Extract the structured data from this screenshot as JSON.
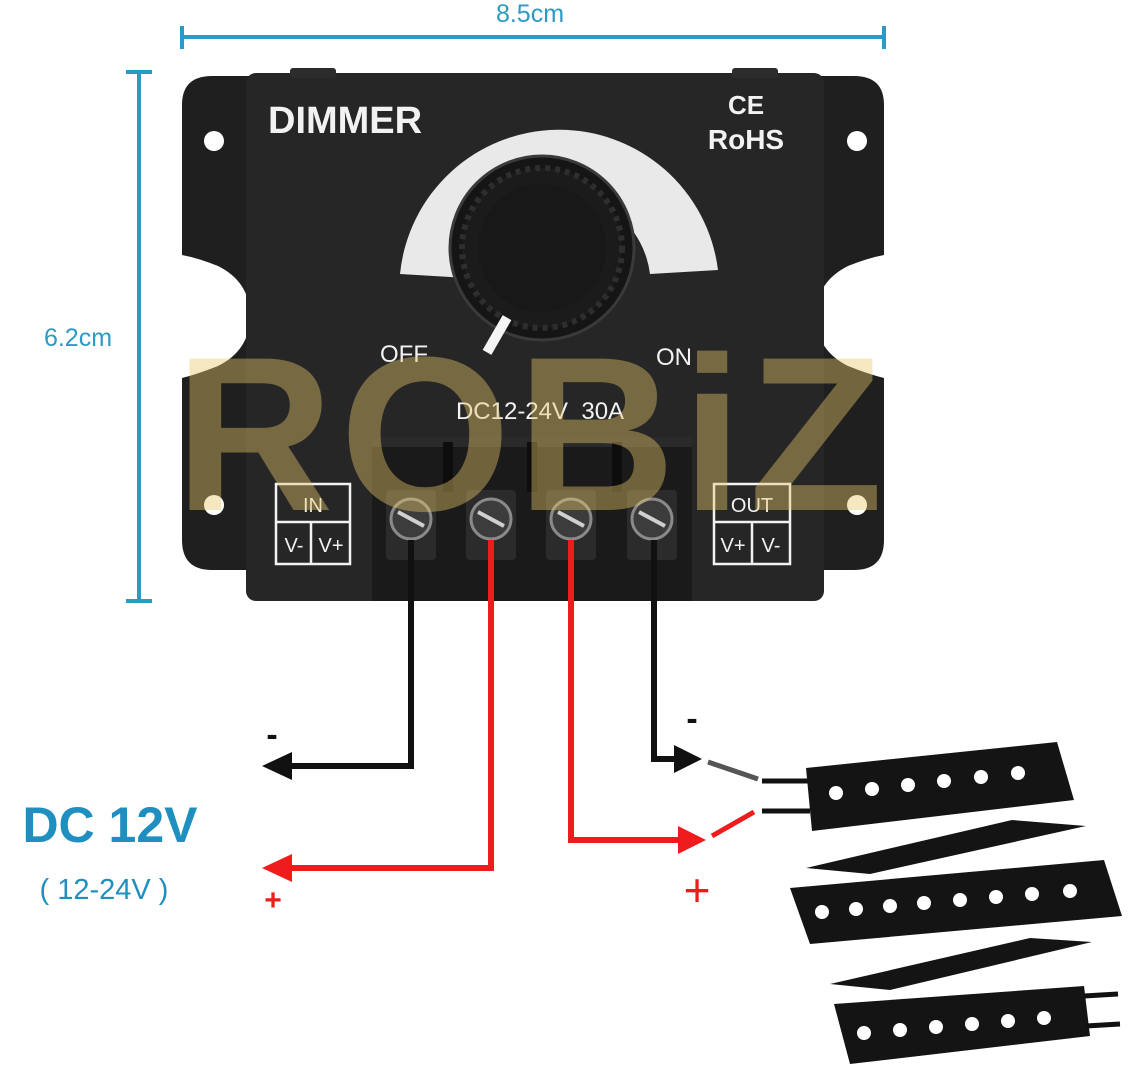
{
  "dimensions": {
    "width_label": "8.5cm",
    "height_label": "6.2cm"
  },
  "device": {
    "title": "DIMMER",
    "ce_mark": "CE",
    "rohs": "RoHS",
    "knob_off_label": "OFF",
    "knob_on_label": "ON",
    "rating": "DC12-24V  30A",
    "input_block": {
      "title": "IN",
      "left": "V-",
      "right": "V+"
    },
    "output_block": {
      "title": "OUT",
      "left": "V+",
      "right": "V-"
    },
    "watermark": "ROBiZ"
  },
  "supply": {
    "title": "DC 12V",
    "range": "( 12-24V )",
    "minus": "-",
    "plus": "+"
  },
  "output_wires": {
    "minus": "-",
    "plus": "+"
  },
  "colors": {
    "dimension_line": "#2c9ac4",
    "supply_text": "#1f8fbf",
    "wire_red": "#ee1c1c",
    "wire_black": "#111111",
    "device_body": "#242424",
    "watermark": "#e8c56a"
  }
}
